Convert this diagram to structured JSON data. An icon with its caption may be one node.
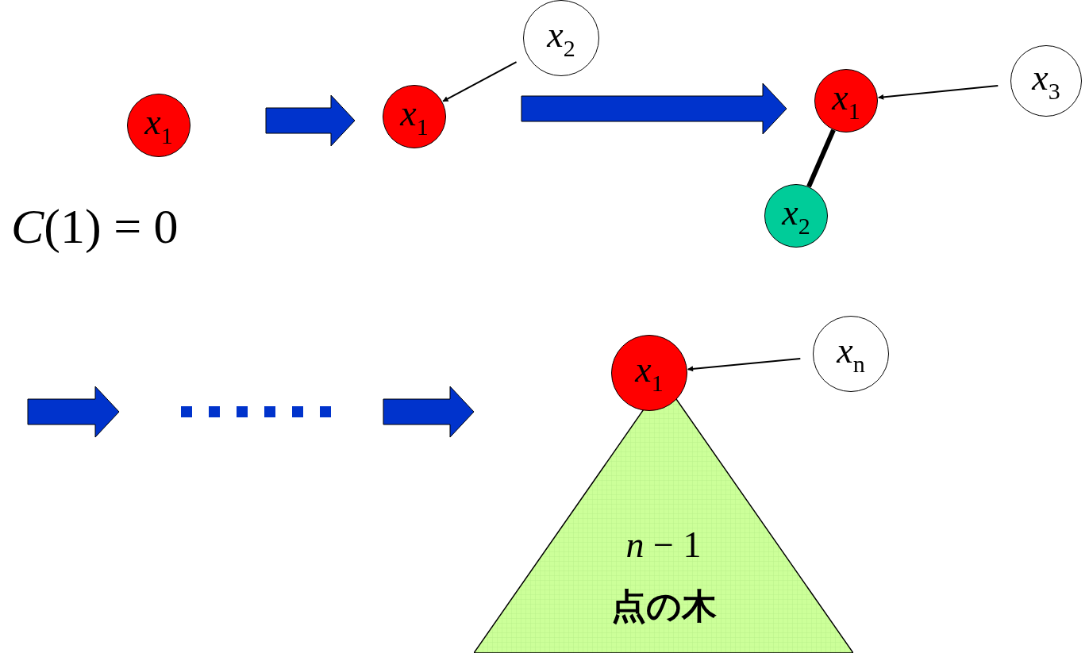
{
  "diagram": {
    "nodes": [
      {
        "text": [
          "*x*$_{1}$"
        ]
      },
      {
        "text": [
          "*x*$_{1}$"
        ]
      },
      {
        "text": [
          "*x*$_{2}$"
        ]
      },
      {
        "text": [
          "*x*$_{1}$"
        ]
      },
      {
        "text": [
          "*x*$_{3}$"
        ]
      },
      {
        "text": [
          "*x*$_{2}$"
        ]
      },
      {
        "text": [
          "*x*$_{1}$"
        ]
      },
      {
        "text": [
          "*x*$_{n}$"
        ]
      },
      {
        "text": [
          "*n* − 1",
          "点の木"
        ]
      }
    ],
    "edges": [
      {
        "from": 0,
        "to": 1,
        "arrow": "to",
        "style": "thick",
        "color": "#0033cc"
      },
      {
        "from": 1,
        "to": 3,
        "arrow": "to",
        "style": "thick",
        "color": "#0033cc"
      },
      {
        "from": null,
        "to": 8,
        "arrow": "to",
        "style": "thick",
        "color": "#0033cc"
      },
      {
        "from": 2,
        "to": 1,
        "arrow": "to"
      },
      {
        "from": 4,
        "to": 3,
        "arrow": "to"
      },
      {
        "from": 7,
        "to": 6,
        "arrow": "to"
      },
      {
        "from": 3,
        "to": 5,
        "arrow": "none",
        "style": "thick"
      }
    ],
    "labels": [
      "*C*(1) = 0"
    ]
  }
}
